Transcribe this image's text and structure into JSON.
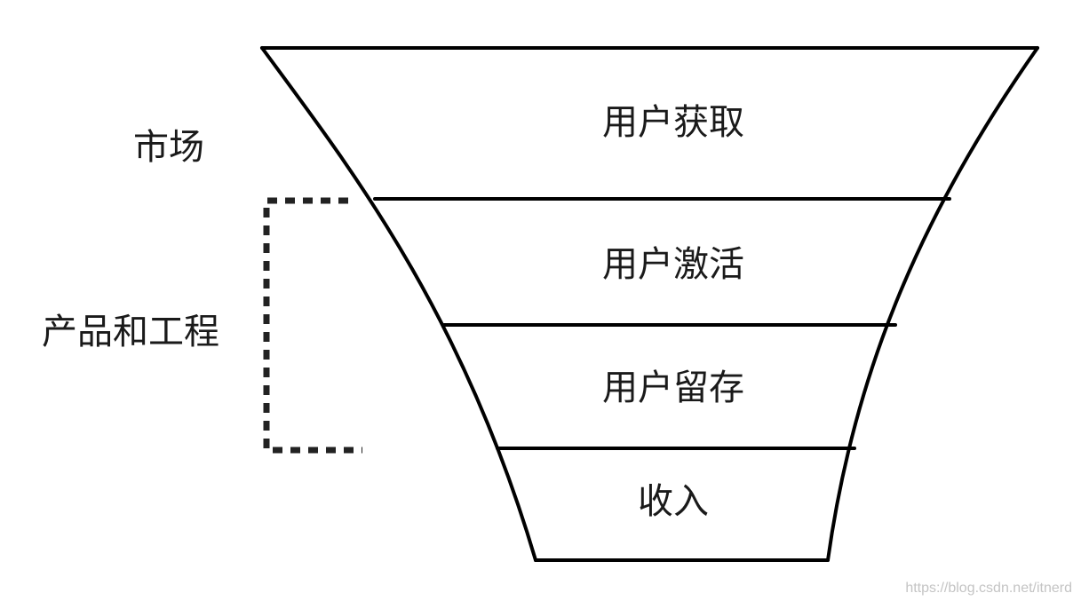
{
  "diagram": {
    "stages": [
      {
        "label": "用户获取"
      },
      {
        "label": "用户激活"
      },
      {
        "label": "用户留存"
      },
      {
        "label": "收入"
      }
    ],
    "side_labels": {
      "market": "市场",
      "product_engineering": "产品和工程"
    }
  },
  "watermark": "https://blog.csdn.net/itnerd"
}
